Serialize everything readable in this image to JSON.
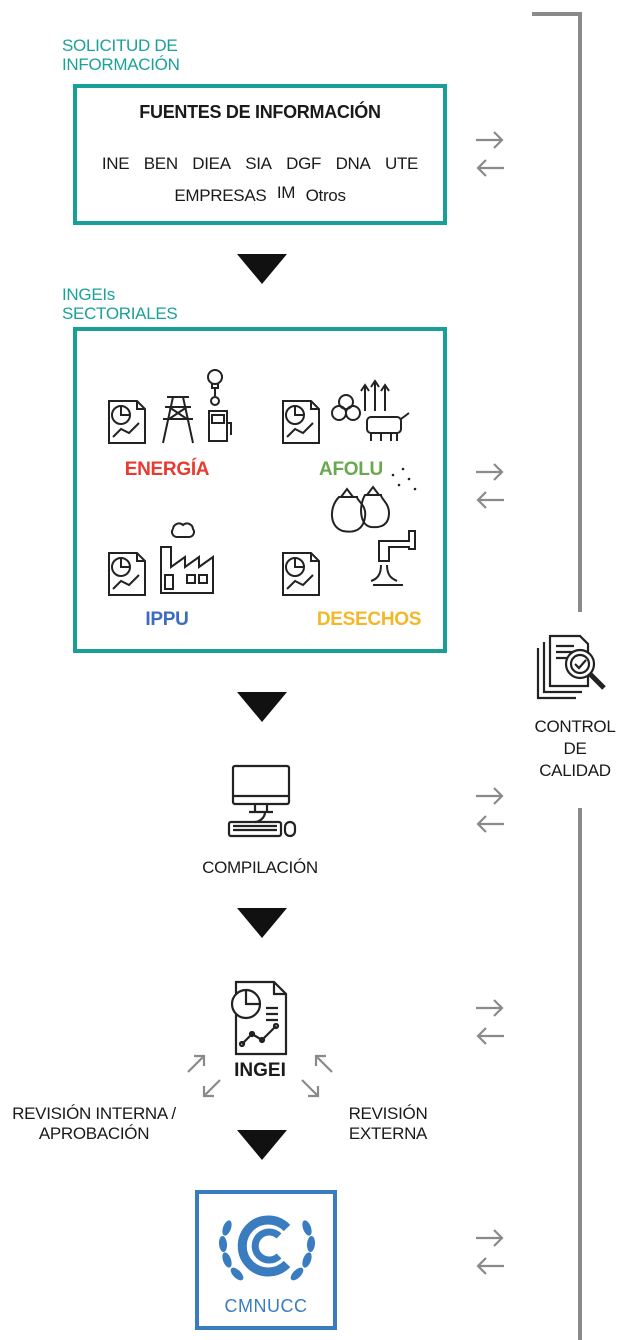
{
  "sections": {
    "solicitud_label_line1": "SOLICITUD DE",
    "solicitud_label_line2": "INFORMACIÓN",
    "ingeis_label_line1": "INGEIs",
    "ingeis_label_line2": "SECTORIALES"
  },
  "fuentes": {
    "title": "FUENTES DE INFORMACIÓN",
    "row1": [
      "INE",
      "BEN",
      "DIEA",
      "SIA",
      "DGF",
      "DNA",
      "UTE"
    ],
    "row2": [
      "EMPRESAS",
      "IM",
      "Otros"
    ]
  },
  "sectors": [
    {
      "label": "ENERGÍA",
      "color": "#e83a2f"
    },
    {
      "label": "AFOLU",
      "color": "#6aa84f"
    },
    {
      "label": "IPPU",
      "color": "#3d6bbf"
    },
    {
      "label": "DESECHOS",
      "color": "#f2b82a"
    }
  ],
  "compilacion": {
    "label": "COMPILACIÓN"
  },
  "ingei": {
    "label": "INGEI",
    "revision_interna_line1": "REVISIÓN INTERNA /",
    "revision_interna_line2": "APROBACIÓN",
    "revision_externa_line1": "REVISIÓN",
    "revision_externa_line2": "EXTERNA"
  },
  "cmnucc": {
    "label": "CMNUCC",
    "color": "#3a7cc0"
  },
  "control": {
    "line1": "CONTROL",
    "line2": "DE",
    "line3": "CALIDAD"
  },
  "colors": {
    "teal": "#1a9e98",
    "gray": "#8a8a8a",
    "dark": "#111111"
  }
}
